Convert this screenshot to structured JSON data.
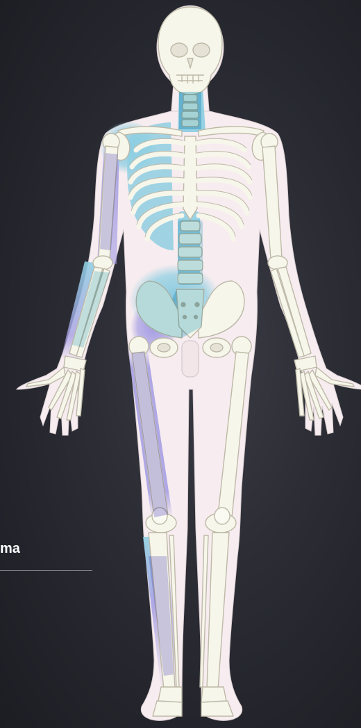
{
  "label": {
    "text": "ma"
  },
  "colors": {
    "background": "#2c2d35",
    "body_silhouette": "#f7ecef",
    "bone": "#f7f6ea",
    "bone_outline": "#bdb9a8",
    "highlight_blue": "#8fcfe2",
    "highlight_purple": "#a7a0e4",
    "label_text": "#ffffff",
    "divider": "#7d7e86"
  },
  "figure": {
    "view": "anterior",
    "highlighted_regions": [
      "cervical-spine",
      "right-shoulder",
      "right-humerus",
      "right-forearm",
      "right-ribs",
      "lumbar-spine",
      "pelvis",
      "right-femur",
      "right-tibia"
    ]
  }
}
